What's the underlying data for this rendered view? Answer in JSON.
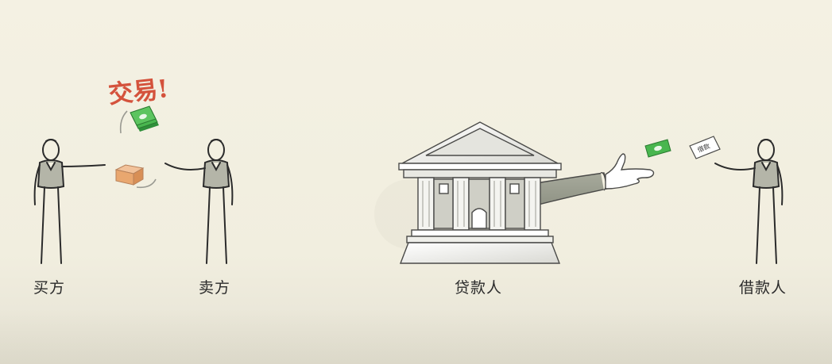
{
  "labels": {
    "buyer": "买方",
    "seller": "卖方",
    "lender": "贷款人",
    "borrower": "借款人",
    "trade": "交易!"
  },
  "icons": {
    "money": "dollar-bill-icon",
    "document": "iou-note-icon",
    "box": "package-box-icon",
    "bank": "bank-building-icon",
    "hand": "open-hand-icon"
  },
  "colors": {
    "accent": "#d4523c",
    "money": "#3fae45",
    "box": "#e9a76f",
    "background": "#f3f0e1"
  },
  "note_text": "借款"
}
